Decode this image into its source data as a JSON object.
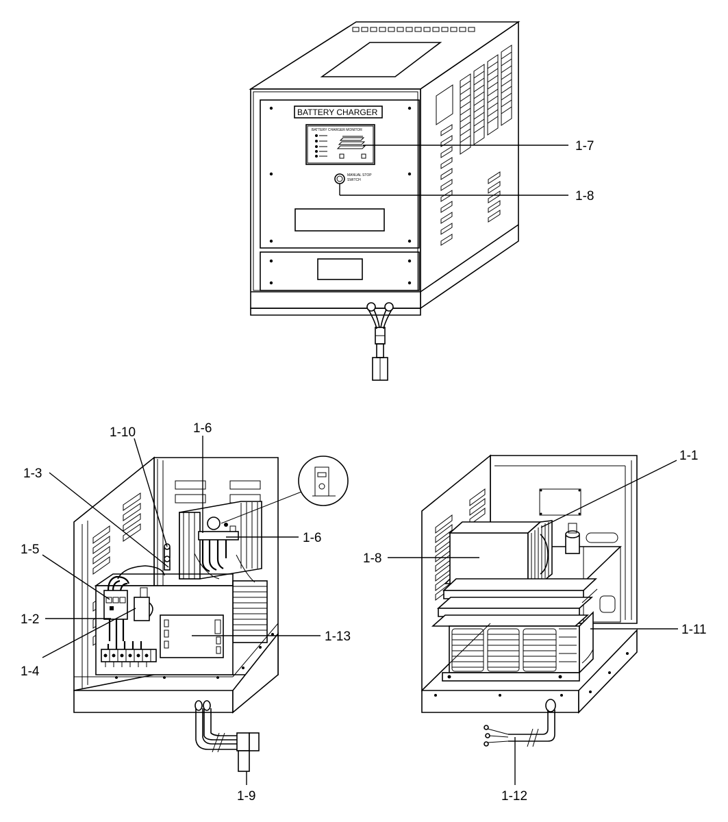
{
  "panel": {
    "title": "BATTERY CHARGER",
    "monitor_title": "BATTERY CHARGER MONITOR",
    "switch_label_line1": "MANUAL STOP",
    "switch_label_line2": "SWITCH"
  },
  "callouts": {
    "c_1_1": "1-1",
    "c_1_2": "1-2",
    "c_1_3": "1-3",
    "c_1_4": "1-4",
    "c_1_5": "1-5",
    "c_1_6_top": "1-6",
    "c_1_6_side": "1-6",
    "c_1_7": "1-7",
    "c_1_8_top": "1-8",
    "c_1_8_right": "1-8",
    "c_1_9": "1-9",
    "c_1_10": "1-10",
    "c_1_11": "1-11",
    "c_1_12": "1-12",
    "c_1_13": "1-13"
  }
}
